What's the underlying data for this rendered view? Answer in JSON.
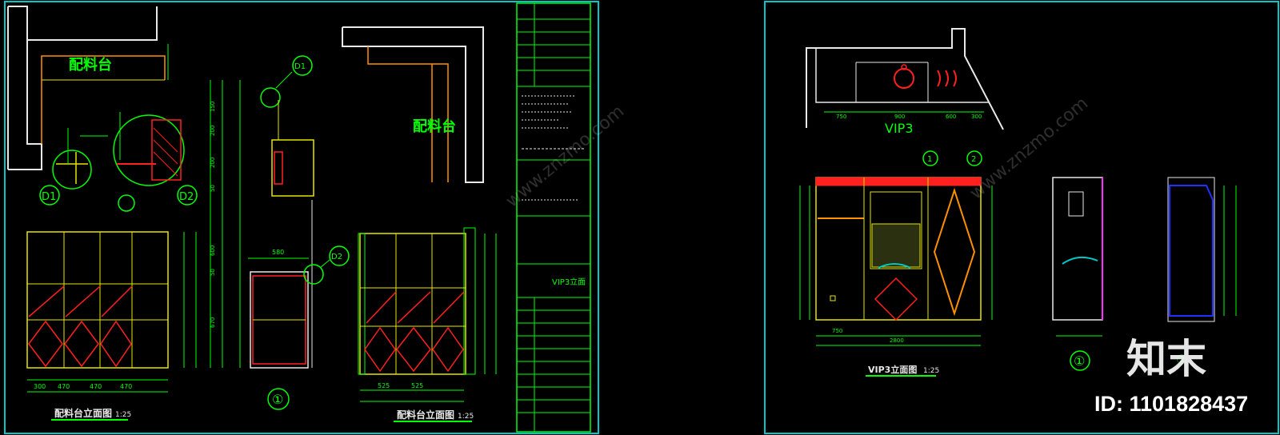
{
  "sheet_left": {
    "plan_label_1": "配料台",
    "plan_label_2": "配料台",
    "detail_d1": "D1",
    "detail_d2": "D2",
    "section_callout_d1": "D1",
    "section_callout_d2": "D2",
    "section_marker": "①",
    "elev1_marker": "①",
    "elev1_title": "配料台立面图",
    "elev1_scale": "1:25",
    "elev2_title": "配料台立面图",
    "elev2_scale": "1:25",
    "elev1_dims_bottom": [
      "300",
      "470",
      "470",
      "470"
    ],
    "elev2_dims_bottom": [
      "525",
      "525"
    ],
    "section_dims_vertical": [
      "150",
      "200",
      "200",
      "50",
      "600",
      "50",
      "670"
    ],
    "section_width": "580"
  },
  "title_block": {
    "drawing_name": "VIP3立面"
  },
  "sheet_right": {
    "plan_label": "VIP3",
    "plan_dims": [
      "750",
      "900",
      "600",
      "300"
    ],
    "elev_title": "VIP3立面图",
    "elev_scale": "1:25",
    "elev_callouts": [
      "1",
      "2"
    ],
    "elev_dims_bottom": [
      "750",
      "2800"
    ],
    "section_marker": "①",
    "section_marker_2": "②"
  },
  "watermark": {
    "logo_text": "知末",
    "id_text": "ID: 1101828437",
    "site": "www.znzmo.com"
  },
  "colors": {
    "frame": "#00c8c8",
    "line_green": "#00ff00",
    "line_yellow": "#e6e600",
    "line_red": "#ff2020",
    "line_orange": "#ff9000",
    "line_white": "#e8e8e8",
    "line_blue": "#2030ff",
    "line_magenta": "#ff30ff"
  }
}
